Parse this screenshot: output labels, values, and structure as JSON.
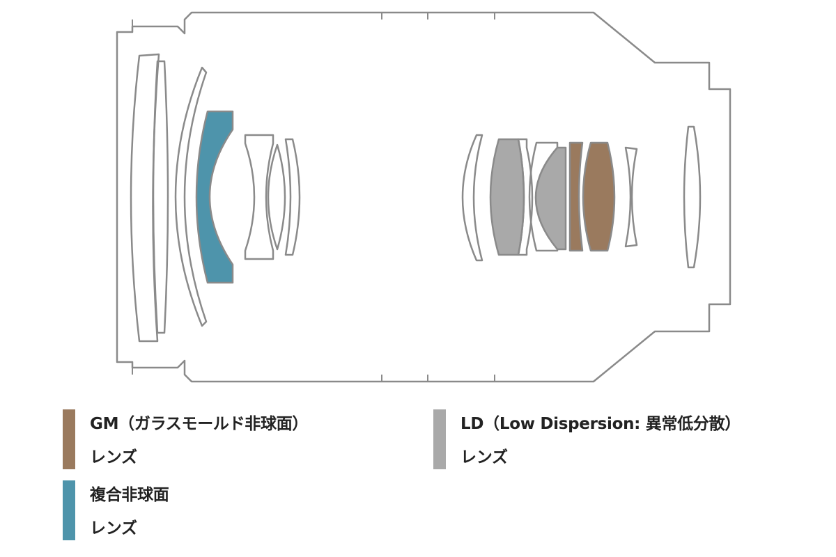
{
  "colors": {
    "outline": "#8a8a8a",
    "gm": "#9a7a5e",
    "aspherical": "#4e94ab",
    "ld": "#a9a9a9"
  },
  "legend": {
    "gm": {
      "line1": "GM（ガラスモールド非球面）",
      "line2": "レンズ"
    },
    "ld": {
      "line1": "LD（Low Dispersion: 異常低分散）",
      "line2": "レンズ"
    },
    "aspherical": {
      "line1": "複合非球面",
      "line2": "レンズ"
    }
  }
}
